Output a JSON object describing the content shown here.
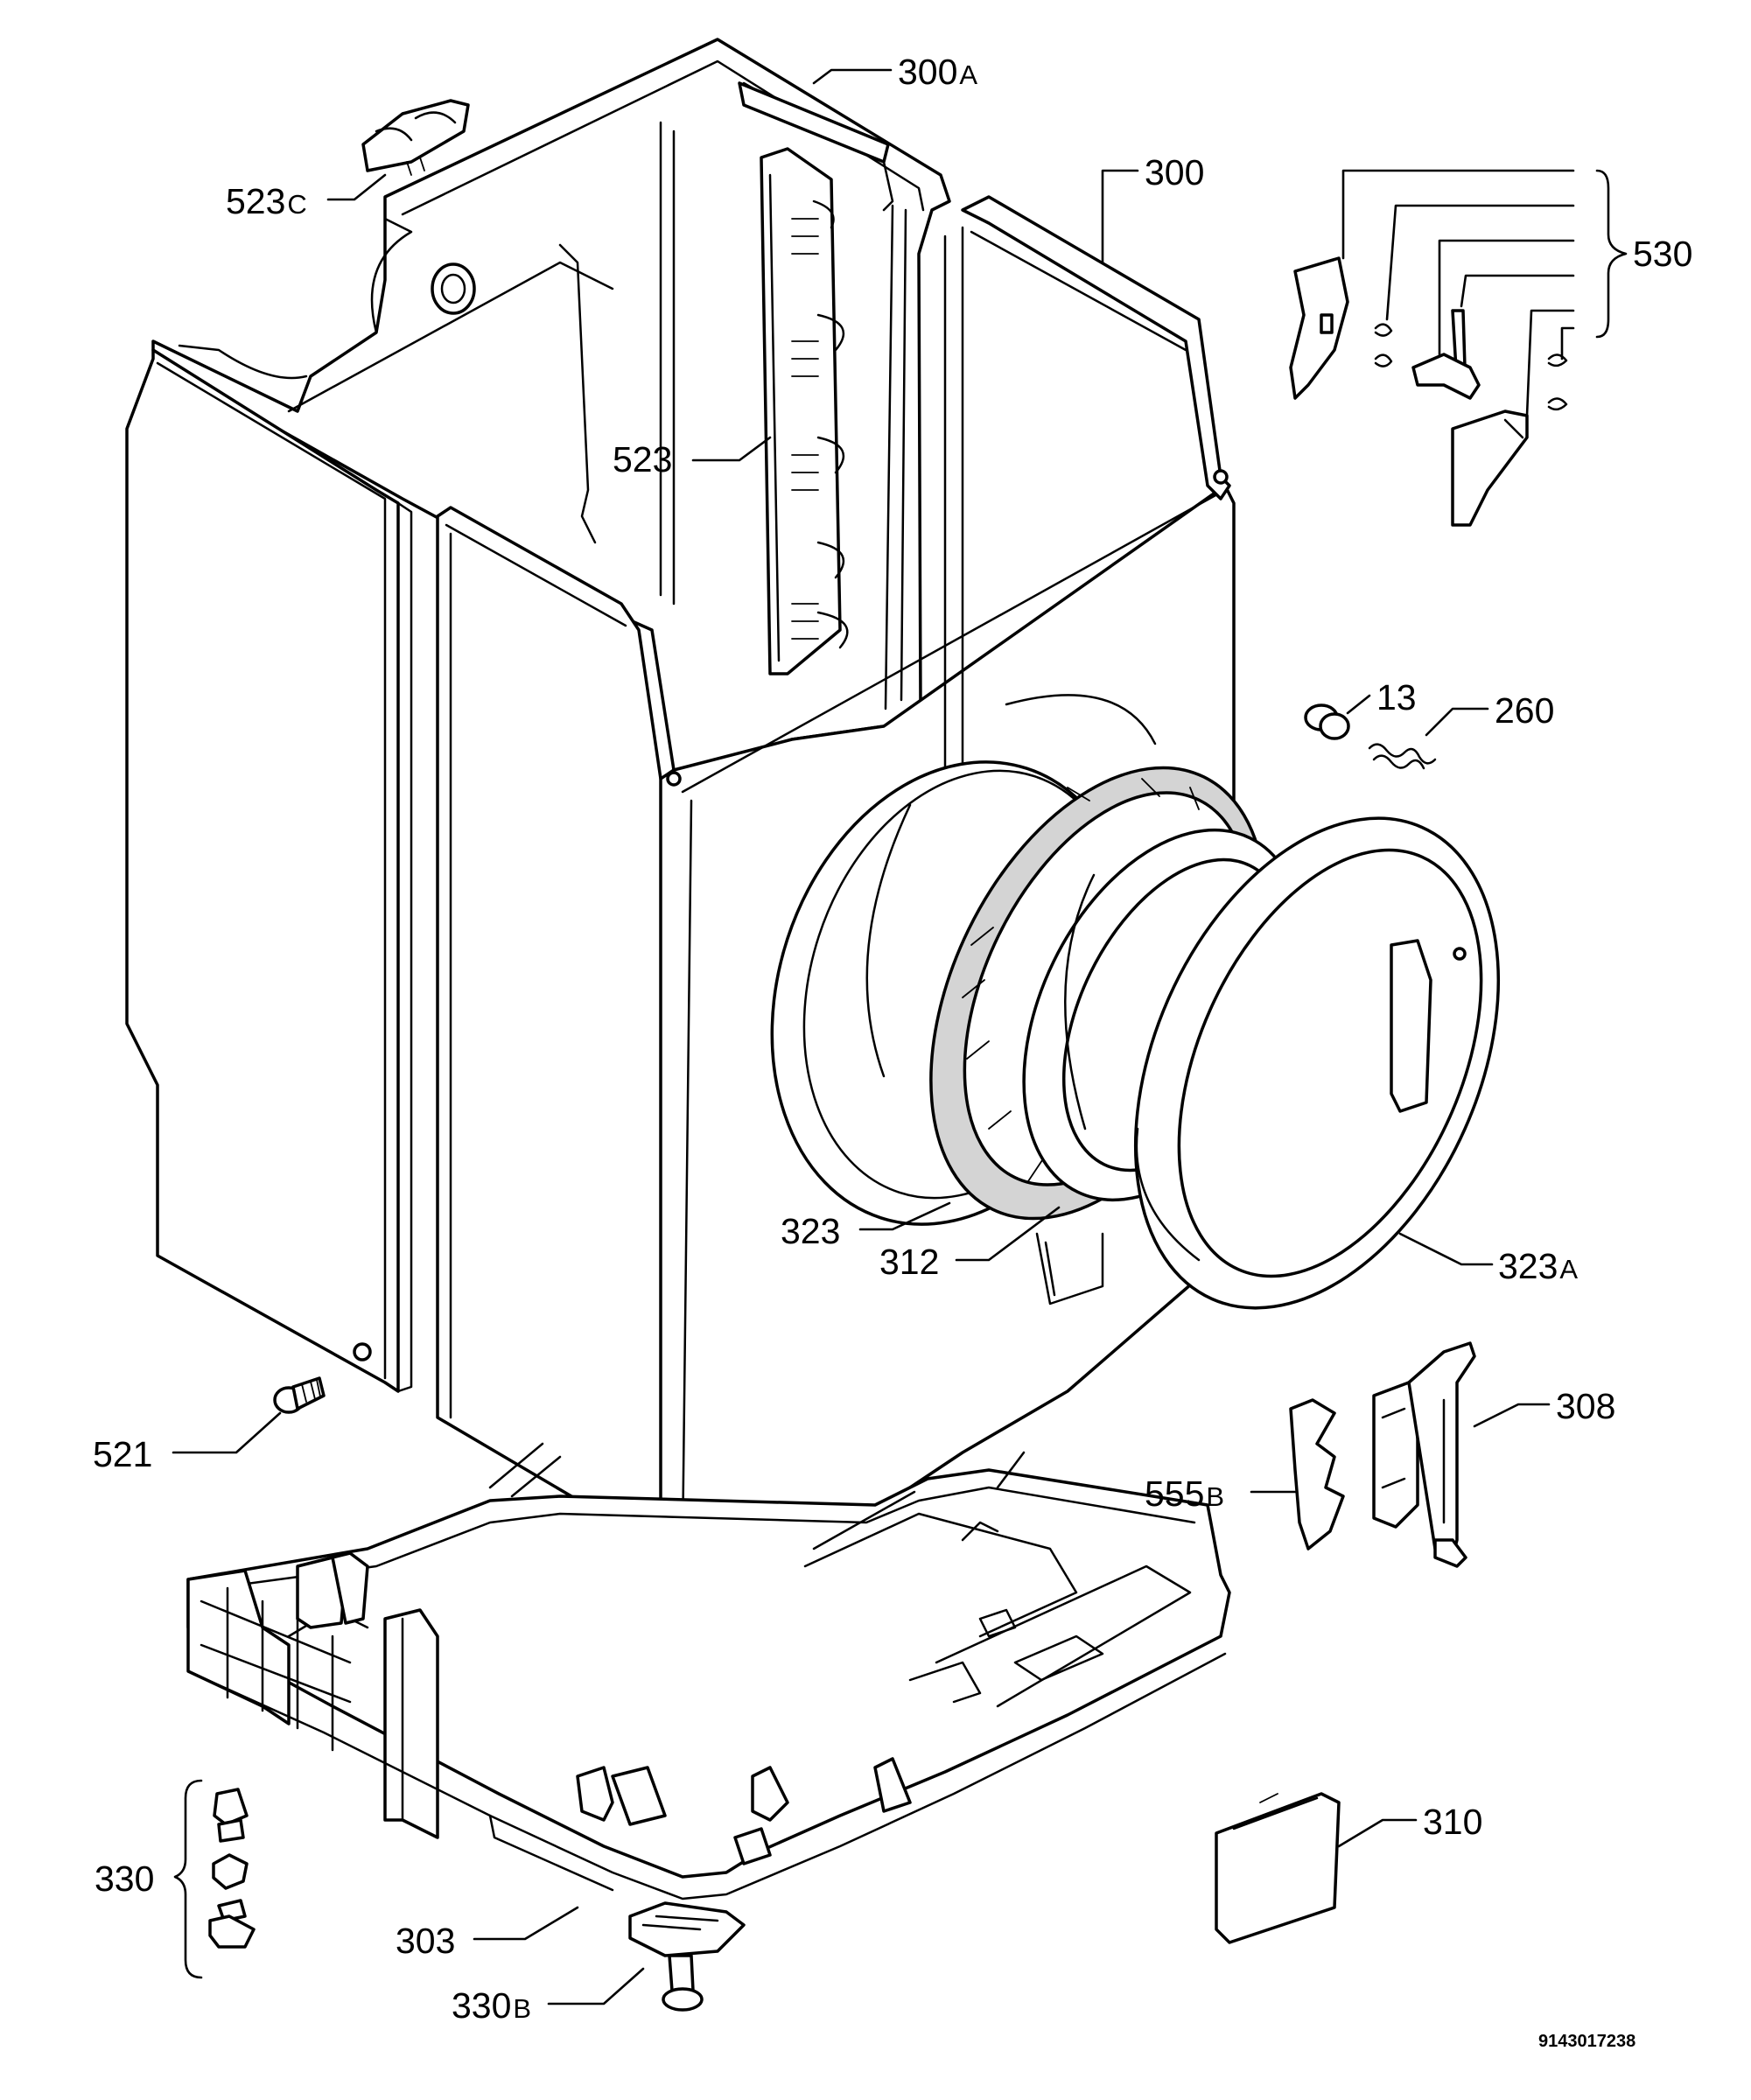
{
  "diagram_code": "9143017238",
  "labels": {
    "l300a": {
      "number": "300",
      "suffix": "A"
    },
    "l300": {
      "number": "300",
      "suffix": ""
    },
    "l523c": {
      "number": "523",
      "suffix": "C"
    },
    "l530": {
      "number": "530",
      "suffix": ""
    },
    "l523": {
      "number": "523",
      "suffix": ""
    },
    "l13": {
      "number": "13",
      "suffix": ""
    },
    "l260": {
      "number": "260",
      "suffix": ""
    },
    "l323": {
      "number": "323",
      "suffix": ""
    },
    "l312": {
      "number": "312",
      "suffix": ""
    },
    "l323a": {
      "number": "323",
      "suffix": "A"
    },
    "l308": {
      "number": "308",
      "suffix": ""
    },
    "l521": {
      "number": "521",
      "suffix": ""
    },
    "l555b": {
      "number": "555",
      "suffix": "B"
    },
    "l310": {
      "number": "310",
      "suffix": ""
    },
    "l330": {
      "number": "330",
      "suffix": ""
    },
    "l303": {
      "number": "303",
      "suffix": ""
    },
    "l330b": {
      "number": "330",
      "suffix": "B"
    }
  }
}
